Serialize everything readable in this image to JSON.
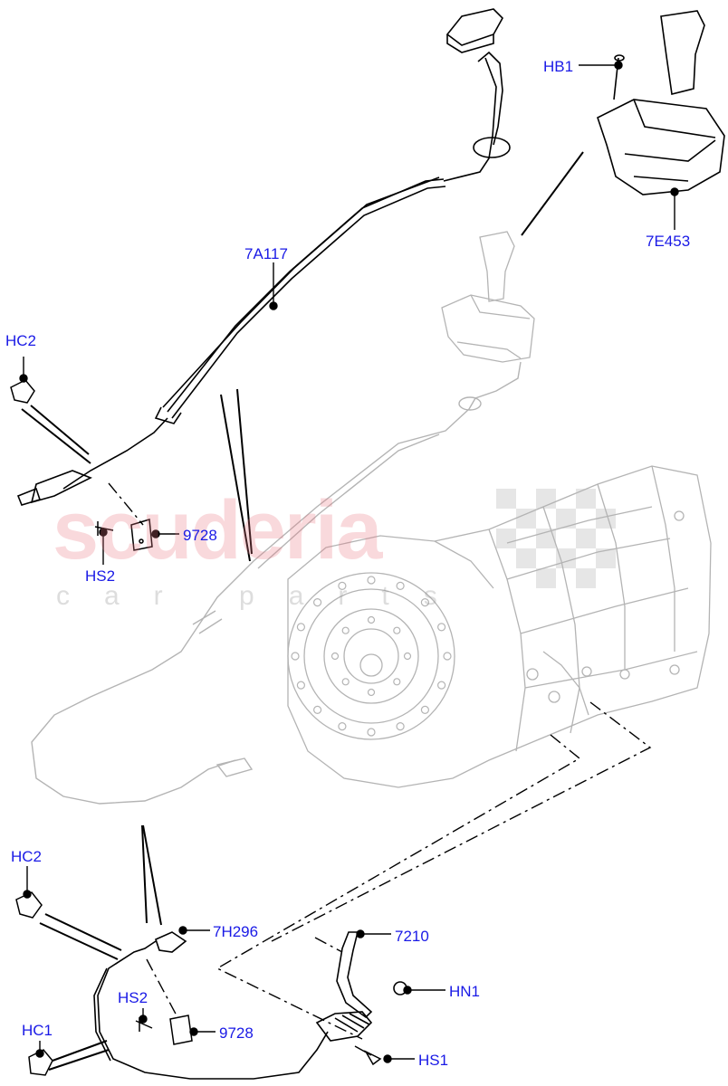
{
  "watermark": {
    "brand": "scuderia",
    "tagline": "car parts"
  },
  "callouts": [
    {
      "id": "HB1",
      "text": "HB1"
    },
    {
      "id": "7E453",
      "text": "7E453"
    },
    {
      "id": "7A117",
      "text": "7A117"
    },
    {
      "id": "HC2_top",
      "text": "HC2"
    },
    {
      "id": "9728_top",
      "text": "9728"
    },
    {
      "id": "HS2_top",
      "text": "HS2"
    },
    {
      "id": "HC2_bottom",
      "text": "HC2"
    },
    {
      "id": "7H296",
      "text": "7H296"
    },
    {
      "id": "7210",
      "text": "7210"
    },
    {
      "id": "HN1",
      "text": "HN1"
    },
    {
      "id": "HS2_bottom",
      "text": "HS2"
    },
    {
      "id": "9728_bottom",
      "text": "9728"
    },
    {
      "id": "HC1",
      "text": "HC1"
    },
    {
      "id": "HS1",
      "text": "HS1"
    }
  ],
  "colors": {
    "label": "#1a1ae6",
    "line": "#000000",
    "ghost": "#b4b4b4",
    "watermark_red": "#eb7882"
  }
}
